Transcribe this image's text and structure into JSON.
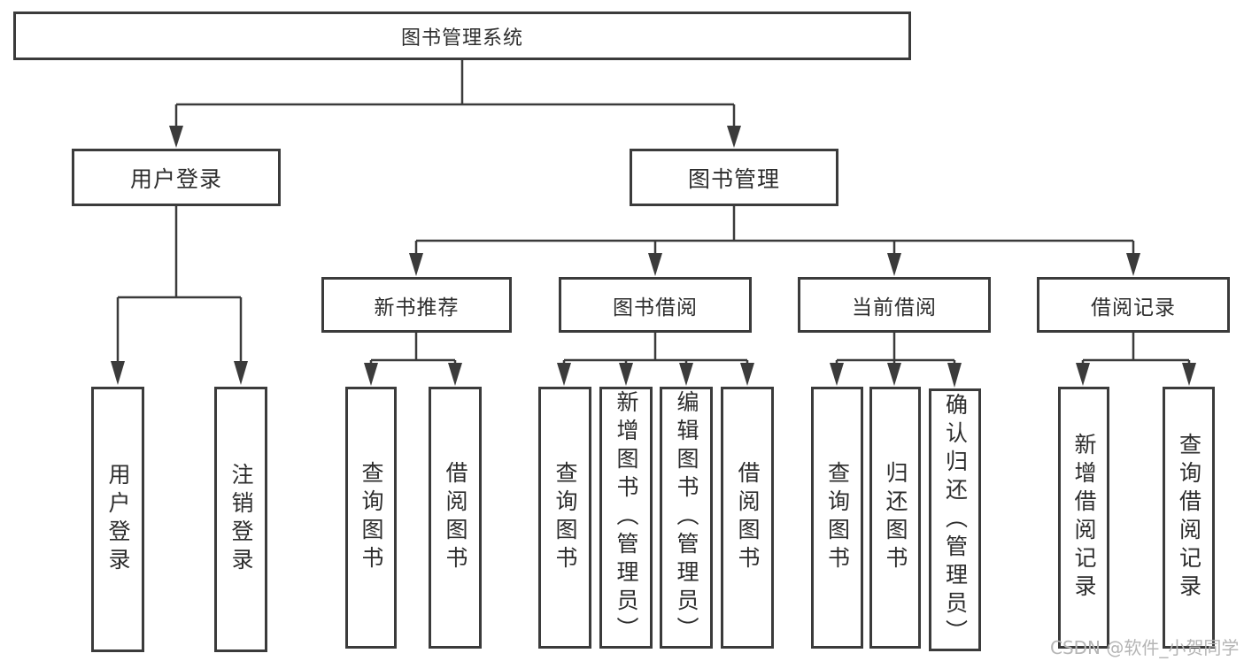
{
  "tree": {
    "root": {
      "label": "图书管理系统"
    },
    "branches": [
      {
        "label": "用户登录",
        "children": [
          {
            "label": "用户登录"
          },
          {
            "label": "注销登录"
          }
        ]
      },
      {
        "label": "图书管理",
        "children": [
          {
            "label": "新书推荐",
            "children": [
              {
                "label": "查询图书"
              },
              {
                "label": "借阅图书"
              }
            ]
          },
          {
            "label": "图书借阅",
            "children": [
              {
                "label": "查询图书"
              },
              {
                "label": "新增图书（管理员）"
              },
              {
                "label": "编辑图书（管理员）"
              },
              {
                "label": "借阅图书"
              }
            ]
          },
          {
            "label": "当前借阅",
            "children": [
              {
                "label": "查询图书"
              },
              {
                "label": "归还图书"
              },
              {
                "label": "确认归还（管理员）"
              }
            ]
          },
          {
            "label": "借阅记录",
            "children": [
              {
                "label": "新增借阅记录"
              },
              {
                "label": "查询借阅记录"
              }
            ]
          }
        ]
      }
    ]
  },
  "watermark": "CSDN @软件_小贺同学",
  "colors": {
    "line": "#3b3b3b",
    "box_border": "#3b3b3b",
    "text": "#2d2d2d",
    "watermark": "#b5b5b5",
    "background": "#ffffff"
  }
}
